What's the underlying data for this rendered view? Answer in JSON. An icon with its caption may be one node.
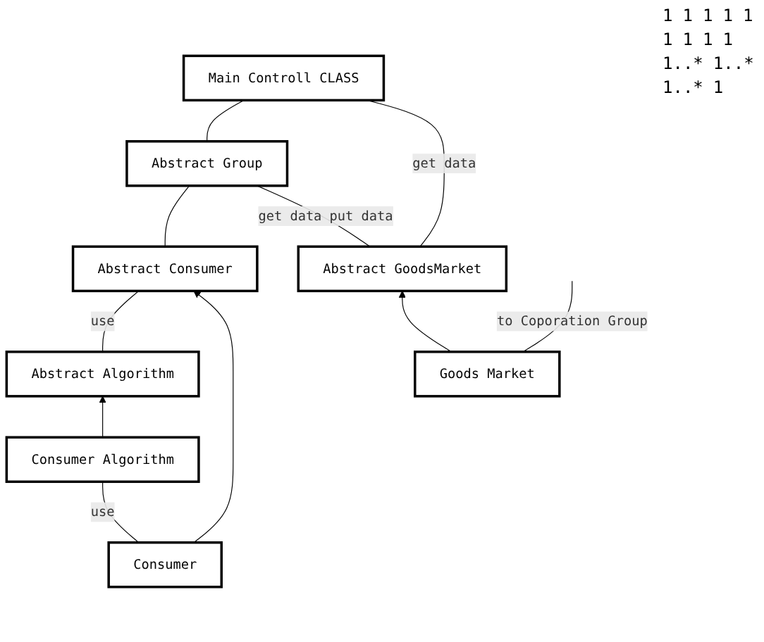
{
  "diagram": {
    "nodes": [
      {
        "text": [
          "Main Controll CLASS"
        ]
      },
      {
        "text": [
          "Abstract Consumer"
        ]
      },
      {
        "text": [
          "Abstract Group"
        ]
      },
      {
        "text": [
          "Abstract Algorithm"
        ]
      },
      {
        "text": [
          "Consumer Algorithm"
        ]
      },
      {
        "text": [
          "Consumer"
        ]
      },
      {
        "text": [
          "Abstract GoodsMarket"
        ]
      },
      {
        "text": [
          "Goods Market"
        ]
      }
    ],
    "edges": [
      {
        "from": 0,
        "to": 2,
        "arrow": "none"
      },
      {
        "from": 1,
        "to": 2,
        "arrow": "none"
      },
      {
        "from": 1,
        "to": 3,
        "arrow": "none",
        "label": "use"
      },
      {
        "from": 6,
        "to": 0,
        "arrow": "none",
        "label": "get data"
      },
      {
        "from": 6,
        "to": 2,
        "arrow": "none",
        "label": "get data put data"
      },
      {
        "from": 5,
        "to": 1,
        "arrow": "to"
      },
      {
        "from": 4,
        "to": 3,
        "arrow": "to"
      },
      {
        "from": 5,
        "to": 4,
        "arrow": "none",
        "label": "use"
      },
      {
        "from": 7,
        "to": 6,
        "arrow": "to"
      },
      {
        "from": 7,
        "to": null,
        "arrow": "none",
        "label": "to Coporation Group"
      }
    ],
    "labels": [
      "1",
      "1",
      "1",
      "1",
      "1",
      "1",
      "1",
      "1",
      "1",
      "1..*",
      "1..*",
      "1..*",
      "1"
    ]
  }
}
